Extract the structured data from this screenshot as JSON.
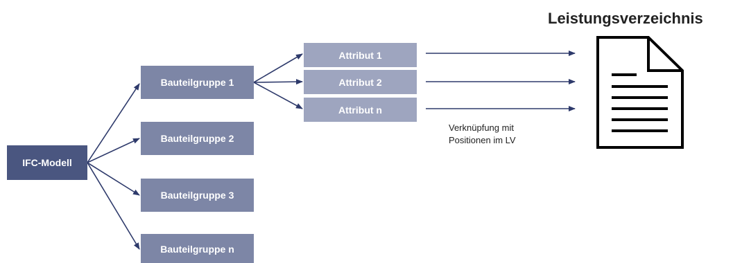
{
  "colors": {
    "ifc_box": "#4a5680",
    "group_box": "#7d86a6",
    "attribute_box": "#9ea5bf",
    "arrow": "#2e3a6b",
    "document_stroke": "#000000"
  },
  "title": "Leistungsverzeichnis",
  "root": {
    "label": "IFC-Modell"
  },
  "groups": [
    {
      "label": "Bauteilgruppe 1"
    },
    {
      "label": "Bauteilgruppe 2"
    },
    {
      "label": "Bauteilgruppe 3"
    },
    {
      "label": "Bauteilgruppe n"
    }
  ],
  "attributes": [
    {
      "label": "Attribut 1"
    },
    {
      "label": "Attribut 2"
    },
    {
      "label": "Attribut n"
    }
  ],
  "note": {
    "line1": "Verknüpfung mit",
    "line2": "Positionen im LV"
  },
  "document_icon": "document-icon"
}
